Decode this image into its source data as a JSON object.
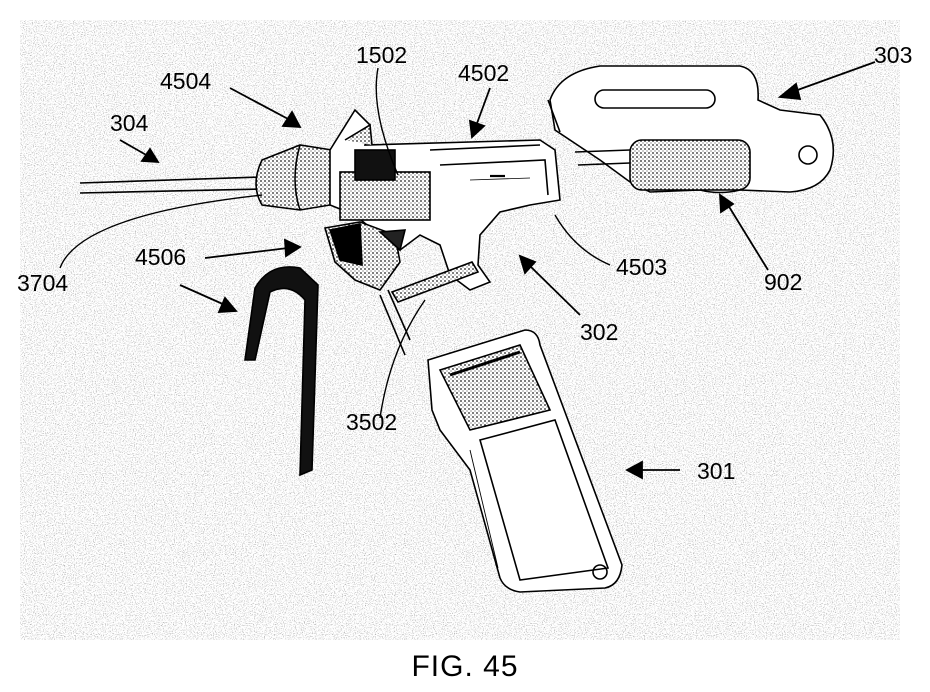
{
  "figure": {
    "caption": "FIG. 45",
    "reference_numerals": {
      "r303": "303",
      "r1502": "1502",
      "r4504": "4504",
      "r4502": "4502",
      "r304": "304",
      "r3704": "3704",
      "r4506": "4506",
      "r4503": "4503",
      "r902": "902",
      "r302": "302",
      "r3502": "3502",
      "r301": "301"
    }
  },
  "colors": {
    "ink": "#000000",
    "paper": "#ffffff",
    "speckle": "#b8b8b8"
  }
}
